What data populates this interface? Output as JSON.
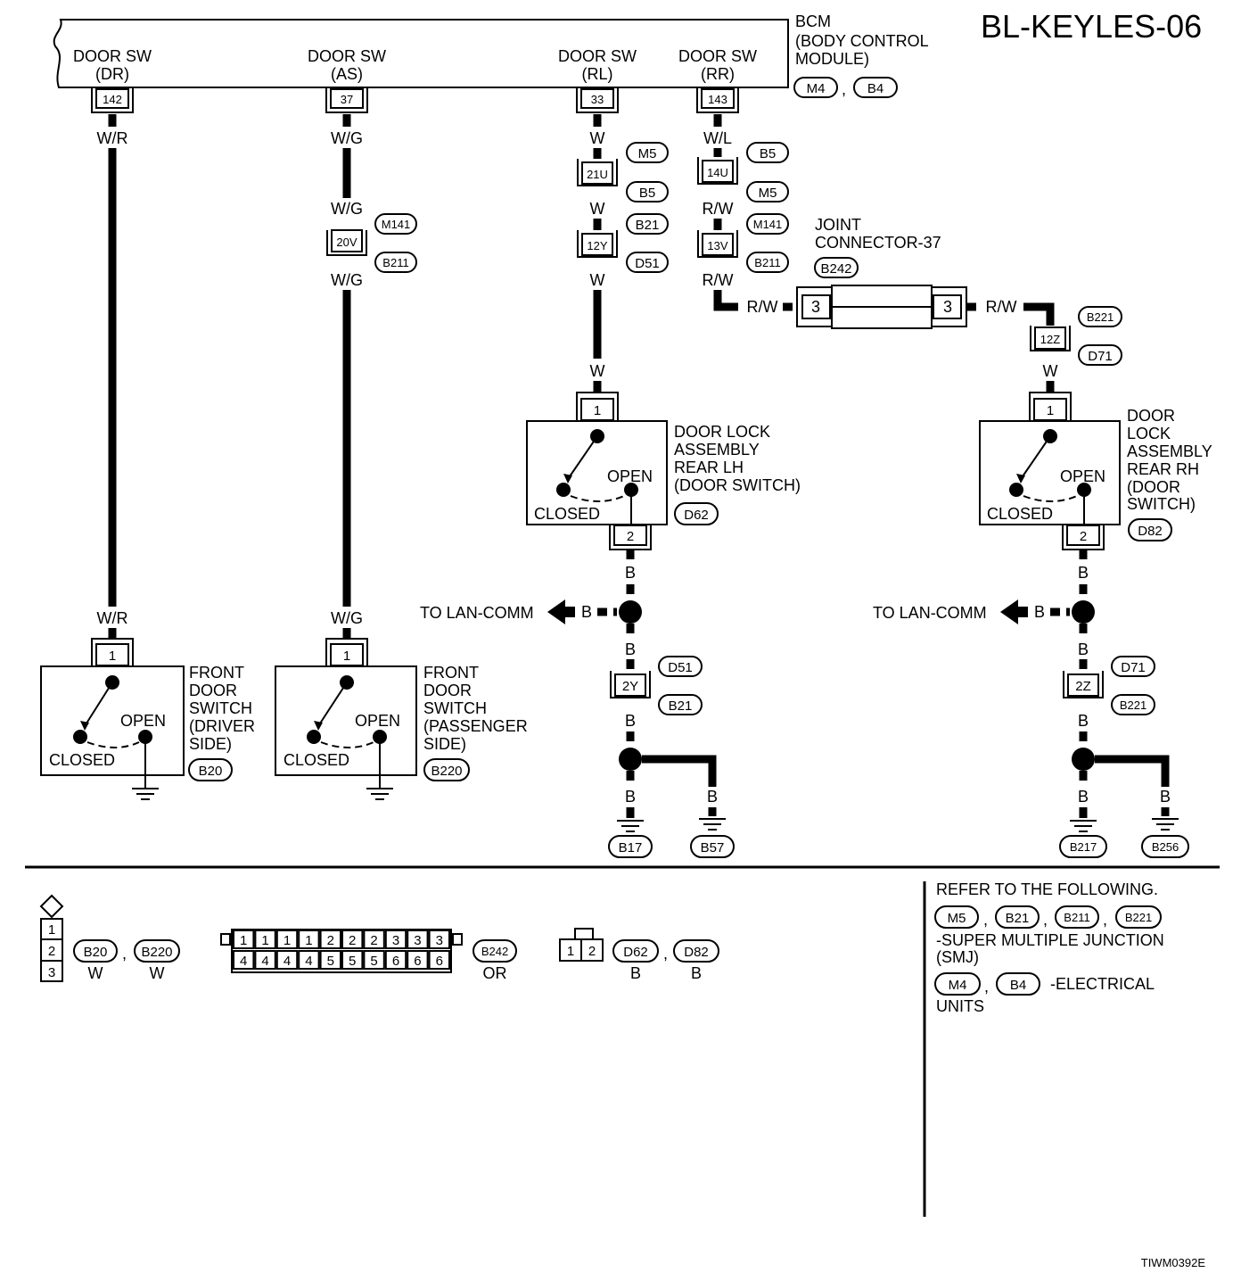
{
  "diagram_id": "BL-KEYLES-06",
  "figure_code": "TIWM0392E",
  "bcm": {
    "name": "BCM",
    "full_name_line1": "(BODY CONTROL",
    "full_name_line2": " MODULE)",
    "connectors": [
      "M4",
      "B4"
    ],
    "terminals": [
      {
        "label1": "DOOR SW",
        "label2": "(DR)",
        "pin": "142"
      },
      {
        "label1": "DOOR SW",
        "label2": "(AS)",
        "pin": "37"
      },
      {
        "label1": "DOOR SW",
        "label2": "(RL)",
        "pin": "33"
      },
      {
        "label1": "DOOR SW",
        "label2": "(RR)",
        "pin": "143"
      }
    ]
  },
  "wires": {
    "dr": [
      "W/R",
      "W/R"
    ],
    "as": [
      "W/G",
      "W/G",
      "W/G",
      "W/G"
    ],
    "rl": [
      "W",
      "W",
      "W",
      "W",
      "B",
      "B",
      "B",
      "B",
      "B",
      "B"
    ],
    "rr": [
      "W/L",
      "R/W",
      "R/W",
      "R/W",
      "R/W",
      "W",
      "B",
      "B",
      "B",
      "B",
      "B",
      "B"
    ]
  },
  "inline_connectors": {
    "as_20v": {
      "pin": "20V",
      "c1": "M141",
      "c2": "B211"
    },
    "rl_21u": {
      "pin": "21U",
      "c1": "M5",
      "c2": "B5"
    },
    "rl_12y": {
      "pin": "12Y",
      "c1": "B21",
      "c2": "D51"
    },
    "rr_14u": {
      "pin": "14U",
      "c1": "B5",
      "c2": "M5"
    },
    "rr_13v": {
      "pin": "13V",
      "c1": "M141",
      "c2": "B211"
    },
    "rr_12z": {
      "pin": "12Z",
      "c1": "B221",
      "c2": "D71"
    },
    "rl_2y": {
      "pin": "2Y",
      "c1": "D51",
      "c2": "B21"
    },
    "rr_2z": {
      "pin": "2Z",
      "c1": "D71",
      "c2": "B221"
    }
  },
  "joint_connector": {
    "line1": "JOINT",
    "line2": "CONNECTOR-37",
    "code": "B242",
    "pin_left": "3",
    "pin_right": "3"
  },
  "switches": {
    "front_dr": {
      "lines": [
        "FRONT",
        "DOOR",
        "SWITCH",
        "(DRIVER",
        " SIDE)"
      ],
      "code": "B20",
      "pin": "1",
      "open": "OPEN",
      "closed": "CLOSED"
    },
    "front_as": {
      "lines": [
        "FRONT",
        "DOOR",
        "SWITCH",
        "(PASSENGER",
        " SIDE)"
      ],
      "code": "B220",
      "pin": "1",
      "open": "OPEN",
      "closed": "CLOSED"
    },
    "rear_lh": {
      "lines": [
        "DOOR LOCK",
        "ASSEMBLY",
        "REAR LH",
        "(DOOR SWITCH)"
      ],
      "code": "D62",
      "pin_top": "1",
      "pin_bottom": "2",
      "open": "OPEN",
      "closed": "CLOSED"
    },
    "rear_rh": {
      "lines": [
        "DOOR",
        "LOCK",
        "ASSEMBLY",
        "REAR RH",
        "(DOOR",
        " SWITCH)"
      ],
      "code": "D82",
      "pin_top": "1",
      "pin_bottom": "2",
      "open": "OPEN",
      "closed": "CLOSED"
    }
  },
  "to_lan_comm": "TO LAN-COMM",
  "grounds": {
    "rl": [
      "B17",
      "B57"
    ],
    "rr": [
      "B217",
      "B256"
    ]
  },
  "legend": {
    "pins3": [
      "1",
      "2",
      "3"
    ],
    "conn_b20": {
      "codes": [
        "B20",
        "B220"
      ],
      "colors": [
        "W",
        "W"
      ]
    },
    "conn_b242": {
      "code": "B242",
      "color": "OR",
      "row1": [
        "1",
        "1",
        "1",
        "1",
        "2",
        "2",
        "2",
        "3",
        "3",
        "3"
      ],
      "row2": [
        "4",
        "4",
        "4",
        "4",
        "5",
        "5",
        "5",
        "6",
        "6",
        "6"
      ]
    },
    "conn_d62": {
      "codes": [
        "D62",
        "D82"
      ],
      "colors": [
        "B",
        "B"
      ],
      "pins": [
        "1",
        "2"
      ]
    }
  },
  "refer": {
    "title": "REFER TO THE FOLLOWING.",
    "smj_codes": [
      "M5",
      "B21",
      "B211",
      "B221"
    ],
    "smj_line1": "-SUPER MULTIPLE JUNCTION",
    "smj_line2": "(SMJ)",
    "eu_codes": [
      "M4",
      "B4"
    ],
    "eu_line1": "-ELECTRICAL",
    "eu_line2": "UNITS"
  }
}
